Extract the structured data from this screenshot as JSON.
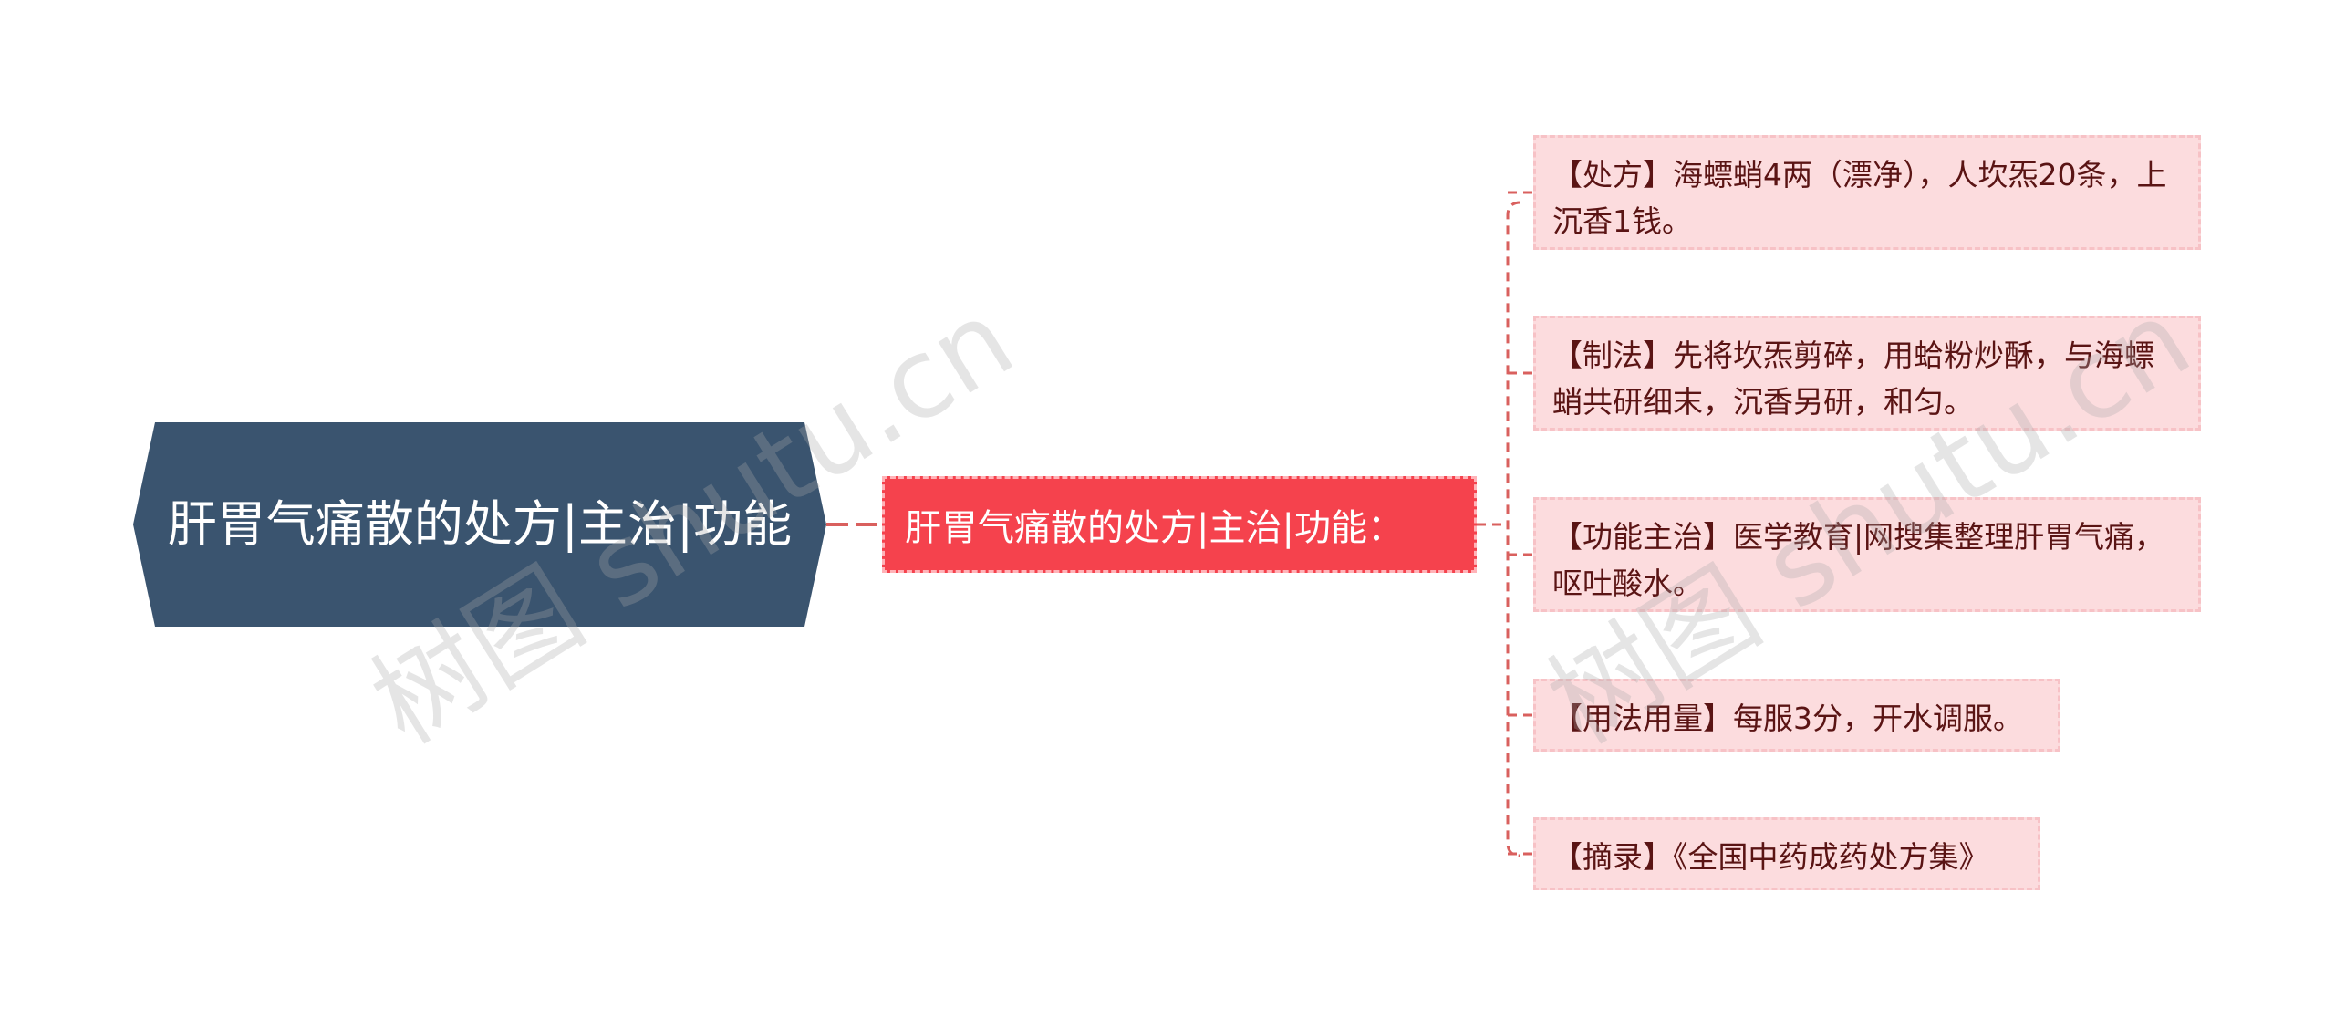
{
  "colors": {
    "root_fill": "#3a546f",
    "mid_fill": "#f5424d",
    "leaf_fill": "#fcdcde",
    "connector": "#d9605e"
  },
  "root": {
    "text": "肝胃气痛散的处方|主治|功能"
  },
  "mid": {
    "text": "肝胃气痛散的处方|主治|功能："
  },
  "leaves": [
    {
      "text": "【处方】海螵蛸4两（漂净），人坎炁20条，上沉香1钱。"
    },
    {
      "text": "【制法】先将坎炁剪碎，用蛤粉炒酥，与海螵蛸共研细末，沉香另研，和匀。"
    },
    {
      "text": "【功能主治】医学教育|网搜集整理肝胃气痛，呕吐酸水。"
    },
    {
      "text": "【用法用量】每服3分，开水调服。"
    },
    {
      "text": "【摘录】《全国中药成药处方集》"
    }
  ],
  "watermarks": [
    {
      "text": "树图 shutu.cn"
    },
    {
      "text": "树图 shutu.cn"
    }
  ]
}
